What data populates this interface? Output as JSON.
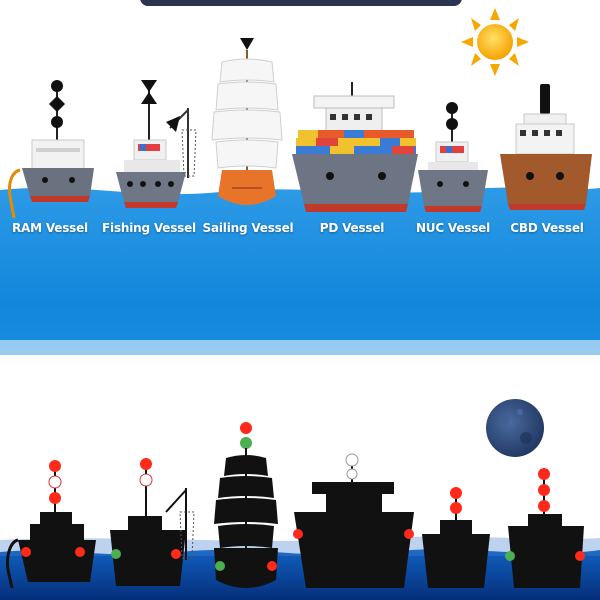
{
  "vessels": [
    {
      "label": "RAM Vessel"
    },
    {
      "label": "Fishing Vessel"
    },
    {
      "label": "Sailing Vessel"
    },
    {
      "label": "PD Vessel"
    },
    {
      "label": "NUC Vessel"
    },
    {
      "label": "CBD Vessel"
    }
  ],
  "colors": {
    "sea_top": "#1f8fe0",
    "sea_deep": "#0a5fb8",
    "night_sea": "#0a3a8a",
    "sun": "#f7b500",
    "moon": "#2c4a7a",
    "red_light": "#ff2a1a",
    "green_light": "#4caf50",
    "white_light": "#ffffff"
  },
  "icons": {
    "sun": "sun-icon",
    "moon": "moon-icon"
  }
}
